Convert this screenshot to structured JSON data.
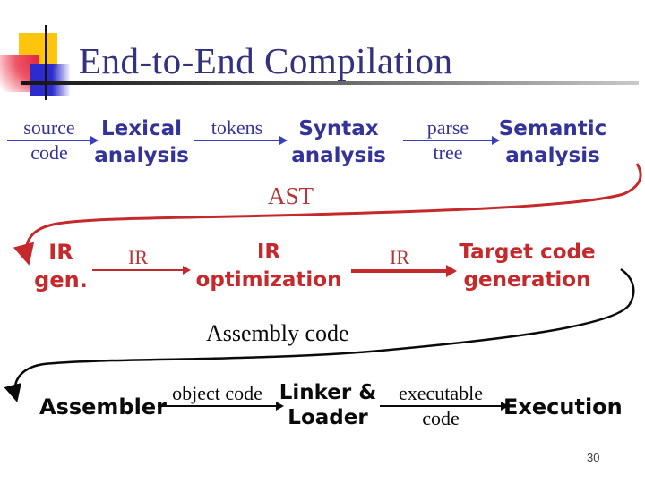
{
  "title": "End-to-End Compilation",
  "page_number": "30",
  "colors": {
    "title_navy": "#32327e",
    "stage_blue": "#333399",
    "arrow_blue": "#3340bf",
    "stage_red": "#c5292b",
    "serif_red": "#b23538",
    "black": "#0a0a0a",
    "logo_yellow": "#ffc40c",
    "logo_red": "#e02840",
    "logo_blue": "#2b2bce"
  },
  "row1": {
    "edge_source_top": "source",
    "edge_source_bottom": "code",
    "stage_lexical_line1": "Lexical",
    "stage_lexical_line2": "analysis",
    "edge_tokens": "tokens",
    "stage_syntax_line1": "Syntax",
    "stage_syntax_line2": "analysis",
    "edge_parse_top": "parse",
    "edge_parse_bottom": "tree",
    "stage_semantic_line1": "Semantic",
    "stage_semantic_line2": "analysis"
  },
  "ast_label": "AST",
  "row2": {
    "stage_irgen_line1": "IR",
    "stage_irgen_line2": "gen.",
    "edge_ir1": "IR",
    "stage_iropt_line1": "IR",
    "stage_iropt_line2": "optimization",
    "edge_ir2": "IR",
    "stage_target_line1": "Target code",
    "stage_target_line2": "generation"
  },
  "assembly_label": "Assembly code",
  "row3": {
    "stage_assembler": "Assembler",
    "edge_object": "object code",
    "stage_linker_line1": "Linker &",
    "stage_linker_line2": "Loader",
    "edge_exec_top": "executable",
    "edge_exec_bottom": "code",
    "stage_execution": "Execution"
  }
}
